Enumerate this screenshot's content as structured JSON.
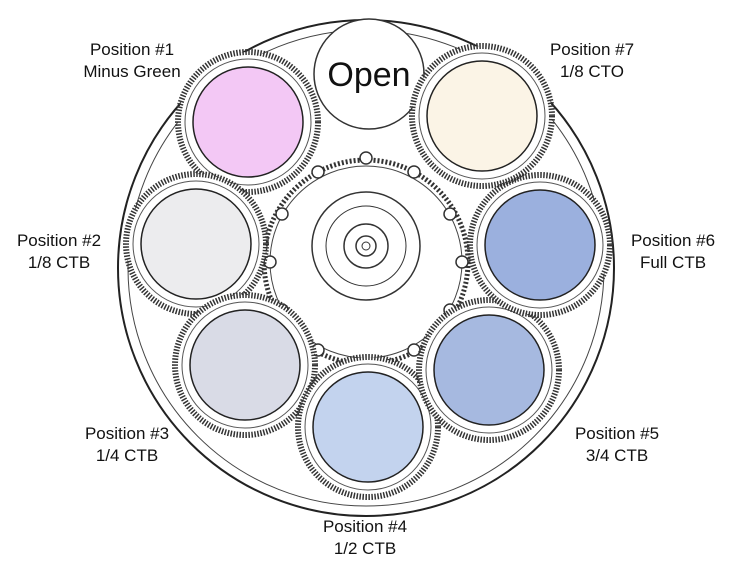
{
  "open_label": "Open",
  "positions": [
    {
      "title": "Position #1",
      "filter": "Minus Green",
      "color": "#f3c8f5"
    },
    {
      "title": "Position #2",
      "filter": "1/8 CTB",
      "color": "#ececee"
    },
    {
      "title": "Position #3",
      "filter": "1/4 CTB",
      "color": "#d9dbe6"
    },
    {
      "title": "Position #4",
      "filter": "1/2 CTB",
      "color": "#c3d3ee"
    },
    {
      "title": "Position #5",
      "filter": "3/4 CTB",
      "color": "#a6b9e0"
    },
    {
      "title": "Position #6",
      "filter": "Full CTB",
      "color": "#9bb0de"
    },
    {
      "title": "Position #7",
      "filter": "1/8 CTO",
      "color": "#fbf4e6"
    }
  ]
}
